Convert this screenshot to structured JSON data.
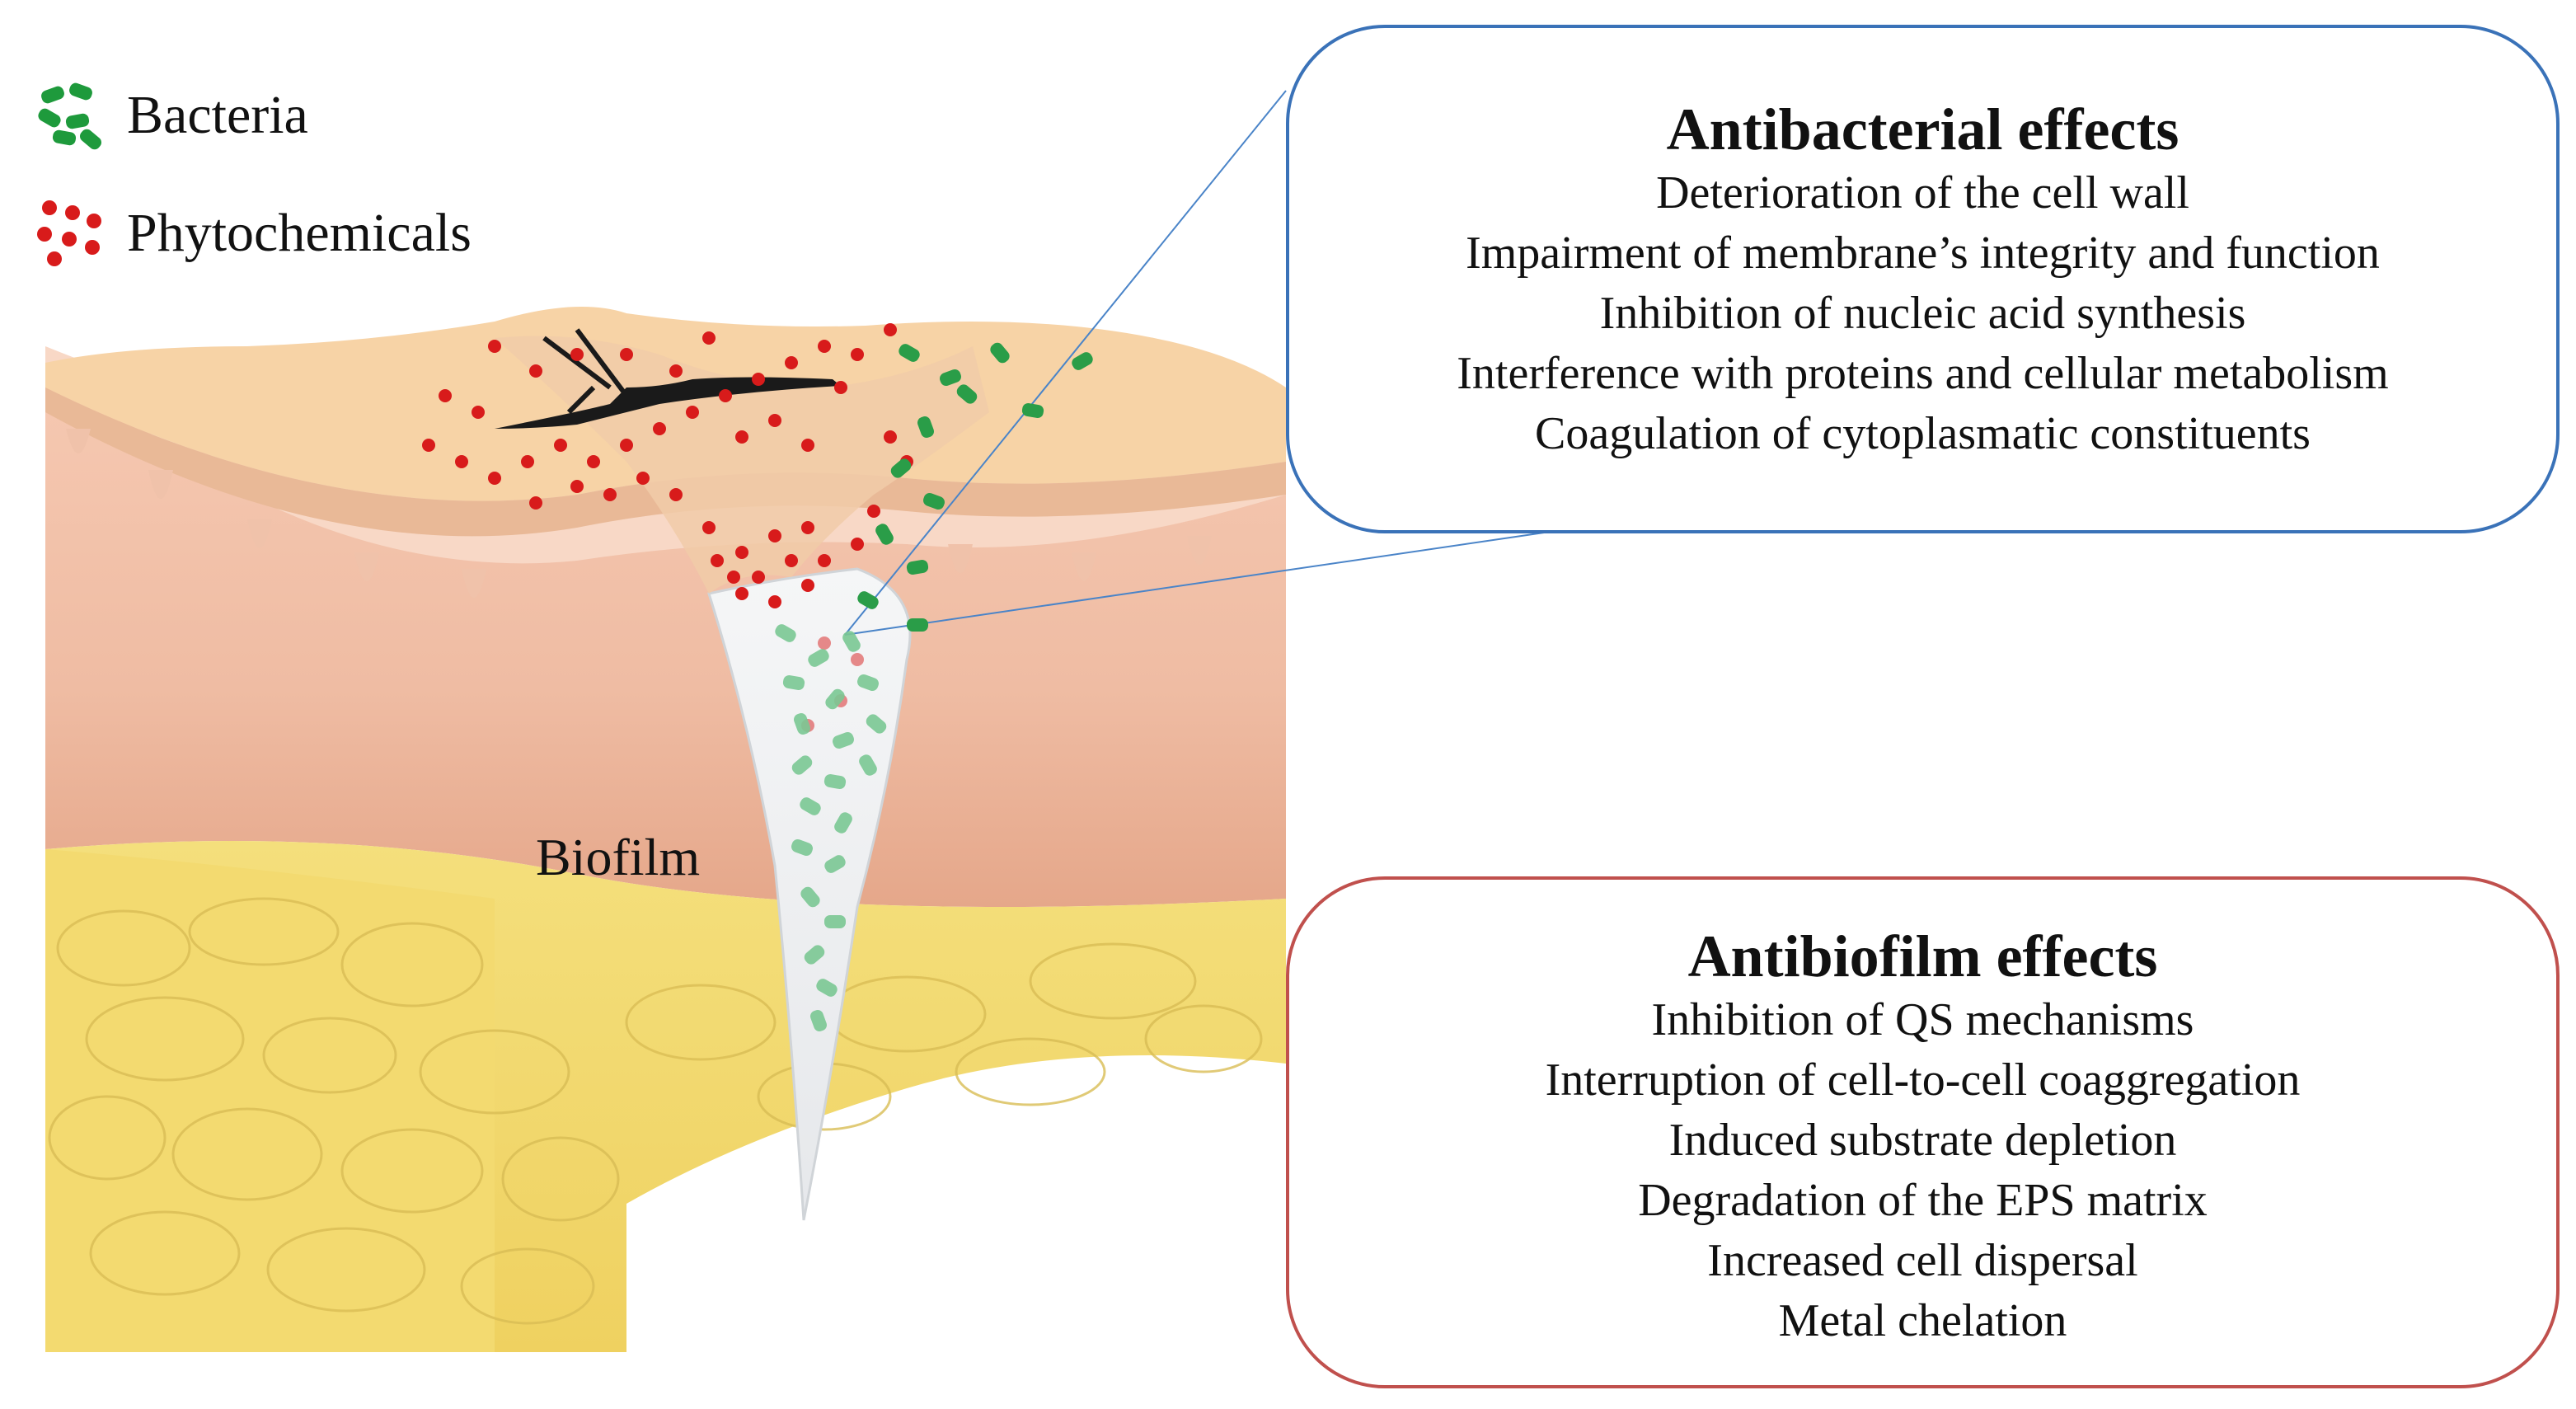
{
  "legend": {
    "bacteria": {
      "label": "Bacteria",
      "color": "#1e9a3c",
      "icon": "green-rod-bacteria-icon"
    },
    "phytochemicals": {
      "label": "Phytochemicals",
      "color": "#d81b1b",
      "icon": "red-dots-icon"
    }
  },
  "antibacterial": {
    "title": "Antibacterial effects",
    "border_color": "#3a72b8",
    "items": [
      "Deterioration of the cell wall",
      "Impairment of membrane’s integrity and function",
      "Inhibition of nucleic acid synthesis",
      "Interference with proteins and cellular metabolism",
      "Coagulation of cytoplasmatic constituents"
    ]
  },
  "antibiofilm": {
    "title": "Antibiofilm effects",
    "border_color": "#c0504d",
    "items": [
      "Inhibition of QS mechanisms",
      "Interruption of cell-to-cell coaggregation",
      "Induced substrate depletion",
      "Degradation of the EPS matrix",
      "Increased cell dispersal",
      "Metal chelation"
    ]
  },
  "illustration": {
    "biofilm_label": "Biofilm",
    "colors": {
      "epidermis": "#f7d5a8",
      "dermis": "#f2c1a6",
      "deep_dermis": "#e8a98a",
      "fat": "#f3dc72",
      "biofilm": "#eef0f2"
    }
  }
}
